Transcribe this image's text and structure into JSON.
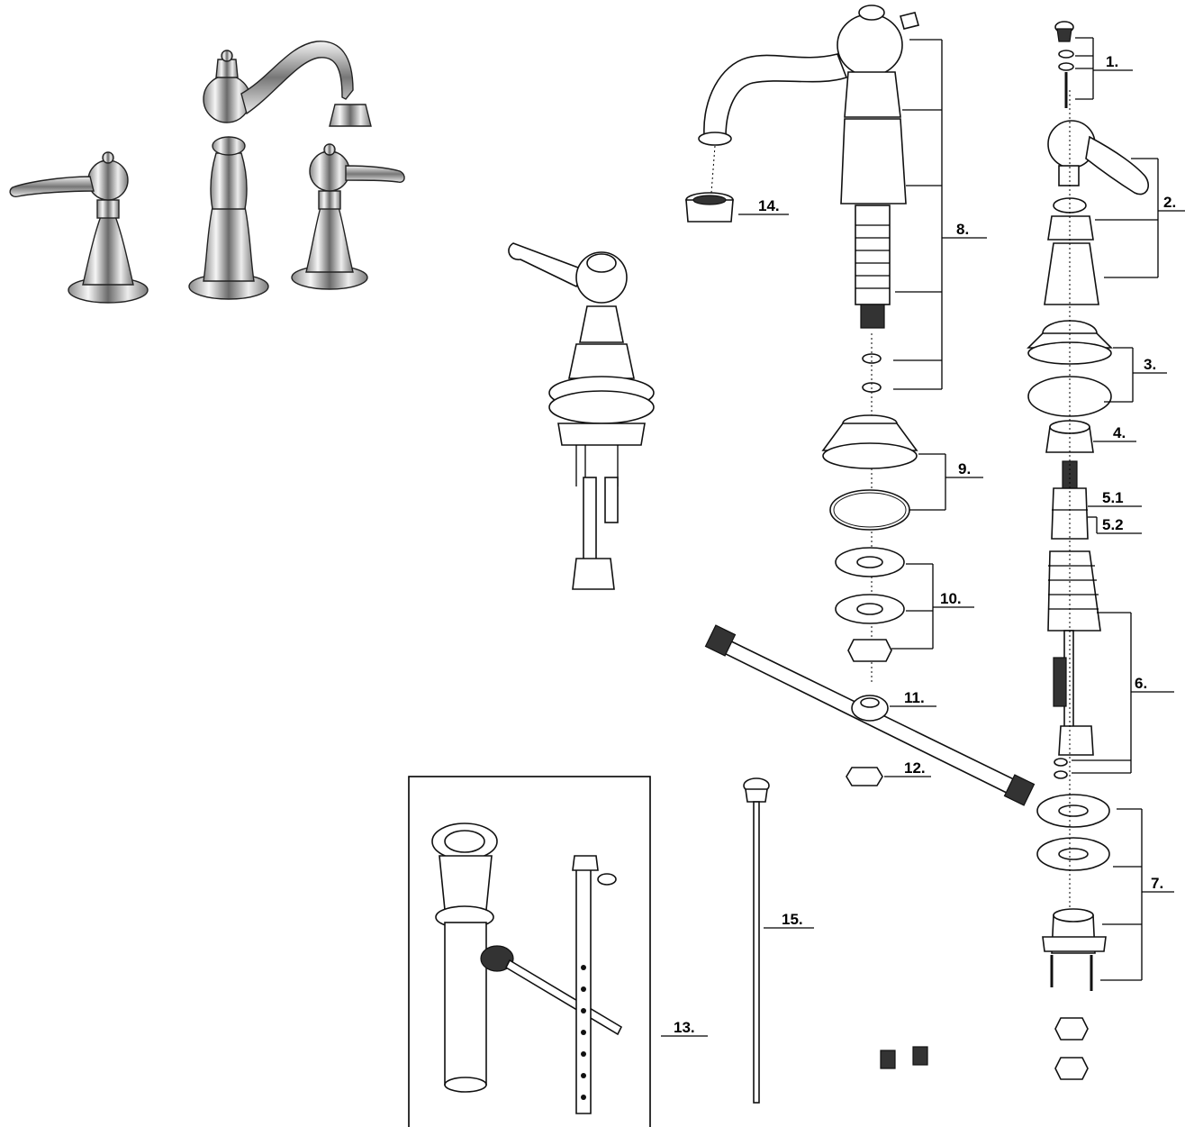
{
  "diagram": {
    "callouts": {
      "c1": "1.",
      "c2": "2.",
      "c3": "3.",
      "c4": "4.",
      "c5_1": "5.1",
      "c5_2": "5.2",
      "c6": "6.",
      "c7": "7.",
      "c8": "8.",
      "c9": "9.",
      "c10": "10.",
      "c11": "11.",
      "c12": "12.",
      "c13": "13.",
      "c14": "14.",
      "c15": "15."
    },
    "colors": {
      "line": "#000000",
      "chrome_light": "#f2f2f2",
      "chrome_dark": "#6a6a6a",
      "background": "#ffffff"
    }
  }
}
